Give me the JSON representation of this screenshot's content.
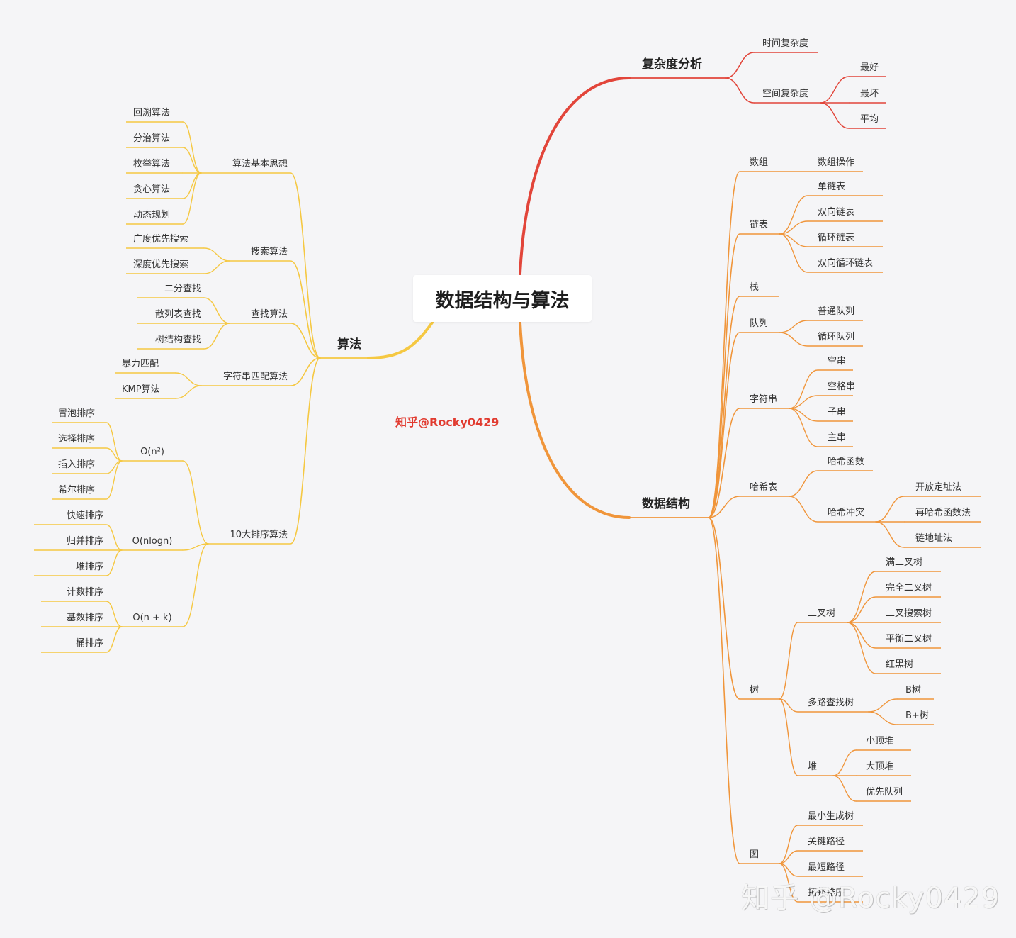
{
  "mindmap": {
    "root": "数据结构与算法",
    "branches": {
      "complexity": {
        "label": "复杂度分析",
        "color": "#e2453a",
        "children": [
          {
            "label": "时间复杂度"
          },
          {
            "label": "空间复杂度",
            "children": [
              "最好",
              "最坏",
              "平均"
            ]
          }
        ]
      },
      "data_structures": {
        "label": "数据结构",
        "color": "#f0953a",
        "children": [
          {
            "label": "数组",
            "children": [
              "数组操作"
            ]
          },
          {
            "label": "链表",
            "children": [
              "单链表",
              "双向链表",
              "循环链表",
              "双向循环链表"
            ]
          },
          {
            "label": "栈"
          },
          {
            "label": "队列",
            "children": [
              "普通队列",
              "循环队列"
            ]
          },
          {
            "label": "字符串",
            "children": [
              "空串",
              "空格串",
              "子串",
              "主串"
            ]
          },
          {
            "label": "哈希表",
            "children": [
              "哈希函数",
              "哈希冲突"
            ],
            "collision_methods": [
              "开放定址法",
              "再哈希函数法",
              "链地址法"
            ]
          },
          {
            "label": "树",
            "children": [
              "二叉树",
              "多路查找树",
              "堆"
            ],
            "binary_tree": [
              "满二叉树",
              "完全二叉树",
              "二叉搜索树",
              "平衡二叉树",
              "红黑树"
            ],
            "multiway": [
              "B树",
              "B+树"
            ],
            "heap": [
              "小顶堆",
              "大顶堆",
              "优先队列"
            ]
          },
          {
            "label": "图",
            "children": [
              "最小生成树",
              "关键路径",
              "最短路径",
              "拓扑排序"
            ]
          }
        ]
      },
      "algorithms": {
        "label": "算法",
        "color": "#f5c842",
        "children": [
          {
            "label": "算法基本思想",
            "children": [
              "回溯算法",
              "分治算法",
              "枚举算法",
              "贪心算法",
              "动态规划"
            ]
          },
          {
            "label": "搜索算法",
            "children": [
              "广度优先搜索",
              "深度优先搜索"
            ]
          },
          {
            "label": "查找算法",
            "children": [
              "二分查找",
              "散列表查找",
              "树结构查找"
            ]
          },
          {
            "label": "字符串匹配算法",
            "children": [
              "暴力匹配",
              "KMP算法"
            ]
          },
          {
            "label": "10大排序算法",
            "children": [
              {
                "label": "O(n²)",
                "children": [
                  "冒泡排序",
                  "选择排序",
                  "插入排序",
                  "希尔排序"
                ]
              },
              {
                "label": "O(nlogn)",
                "children": [
                  "快速排序",
                  "归并排序",
                  "堆排序"
                ]
              },
              {
                "label": "O(n + k)",
                "children": [
                  "计数排序",
                  "基数排序",
                  "桶排序"
                ]
              }
            ]
          }
        ]
      }
    }
  },
  "watermarks": {
    "center": "知乎@Rocky0429",
    "corner": "知乎 @Rocky0429"
  }
}
